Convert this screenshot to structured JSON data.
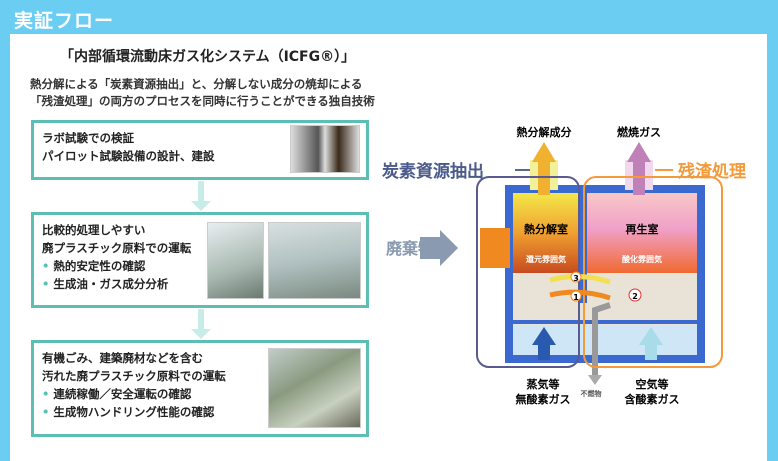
{
  "header": {
    "title": "実証フロー"
  },
  "heading": "「内部循環流動床ガス化システム（ICFG®）」",
  "lead": [
    "熱分解による「炭素資源抽出」と、分解しない成分の焼却による",
    "「残渣処理」の両方のプロセスを同時に行うことができる独自技術"
  ],
  "steps": [
    {
      "lines": [
        "ラボ試験での検証",
        "パイロット試験設備の設計、建設"
      ],
      "bullets": []
    },
    {
      "lines": [
        "比較的処理しやすい",
        "廃プラスチック原料での運転"
      ],
      "bullets": [
        "熱的安定性の確認",
        "生成油・ガス成分分析"
      ]
    },
    {
      "lines": [
        "有機ごみ、建築廃材などを含む",
        "汚れた廃プラスチック原料での運転"
      ],
      "bullets": [
        "連続稼働／安全運転の確認",
        "生成物ハンドリング性能の確認"
      ]
    }
  ],
  "bullet": "•",
  "diagram": {
    "carbon_extraction": "炭素資源抽出",
    "residue_treatment": "残渣処理",
    "waste": "廃棄物",
    "pyrolysis_products": "熱分解成分",
    "combustion_gas": "燃焼ガス",
    "pyrolysis_chamber": "熱分解室",
    "regeneration_chamber": "再生室",
    "reducing_atmosphere": "還元雰囲気",
    "oxidizing_atmosphere": "酸化雰囲気",
    "steam": "蒸気等",
    "oxygen_free_gas": "無酸素ガス",
    "air": "空気等",
    "oxygen_gas": "含酸素ガス",
    "incombustibles": "不燃物",
    "markers": [
      "1",
      "2",
      "3"
    ]
  },
  "colors": {
    "frame": "#6ccdf3",
    "teal": "#5bbfb5",
    "navy": "#4a5a8a",
    "orange": "#f39a3a"
  }
}
